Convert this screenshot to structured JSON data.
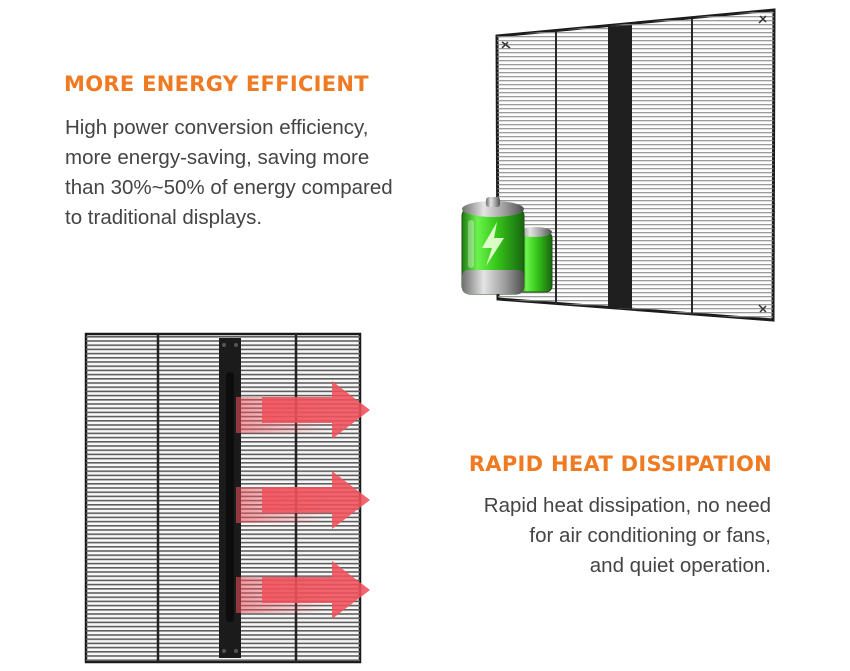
{
  "colors": {
    "heading": "#f07a22",
    "body_text": "#444444",
    "panel_frame": "#1c1c1c",
    "panel_grid": "#8a8a8a",
    "battery_green": "#39d21a",
    "heat_arrow": "#f0505a"
  },
  "icons": [
    "battery-icon",
    "heat-arrow-icon"
  ],
  "energy": {
    "heading": "MORE ENERGY EFFICIENT",
    "lines": [
      "High power conversion efficiency,",
      "more energy-saving, saving more",
      "than 30%~50% of energy compared",
      "to traditional displays."
    ]
  },
  "heat": {
    "heading": "RAPID HEAT DISSIPATION",
    "lines": [
      "Rapid heat dissipation, no need",
      "for air conditioning or fans,",
      "and quiet operation."
    ]
  }
}
